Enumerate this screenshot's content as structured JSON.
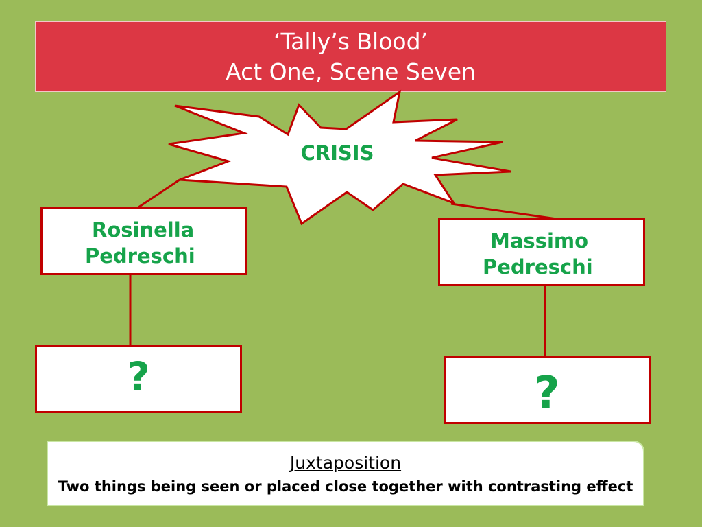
{
  "title": {
    "line1": "‘Tally’s Blood’",
    "line2": "Act One, Scene Seven"
  },
  "center": {
    "label": "CRISIS",
    "shape": "explosion-starburst"
  },
  "characters": [
    {
      "line1": "Rosinella",
      "line2": "Pedreschi"
    },
    {
      "line1": "Massimo",
      "line2": "Pedreschi"
    }
  ],
  "unknowns": [
    {
      "text": "?"
    },
    {
      "text": "?"
    }
  ],
  "definition": {
    "term": "Juxtaposition",
    "text": "Two things being seen or placed close together with contrasting effect"
  },
  "colors": {
    "background": "#9bbb59",
    "banner": "#dc3744",
    "border": "#c00000",
    "text_green": "#16a34a"
  }
}
